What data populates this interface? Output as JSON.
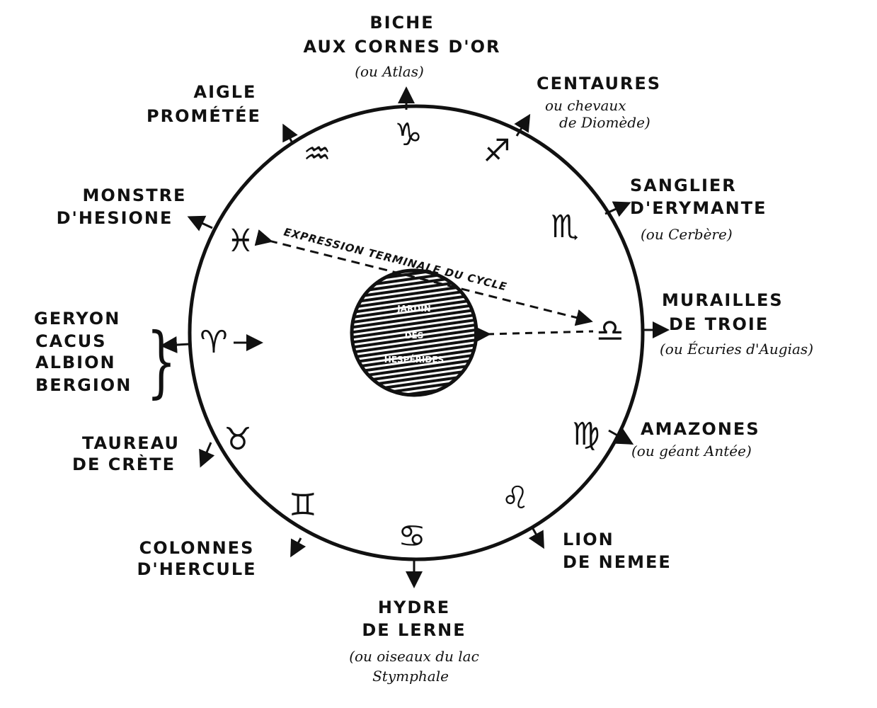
{
  "labels": {
    "biche": {
      "l1": "BICHE",
      "l2": "AUX CORNES D'OR",
      "sub": "(ou Atlas)"
    },
    "centaures": {
      "l1": "CENTAURES",
      "sub1": "ou chevaux",
      "sub2": "de Diomède)"
    },
    "sanglier": {
      "l1": "SANGLIER",
      "l2": "D'ERYMANTE",
      "sub": "(ou Cerbère)"
    },
    "murailles": {
      "l1": "MURAILLES",
      "l2": "DE TROIE",
      "sub": "(ou Écuries d'Augias)"
    },
    "amazones": {
      "l1": "AMAZONES",
      "sub": "(ou géant Antée)"
    },
    "lion": {
      "l1": "LION",
      "l2": "DE NEMEE"
    },
    "hydre": {
      "l1": "HYDRE",
      "l2": "DE LERNE",
      "sub1": "(ou oiseaux du lac",
      "sub2": "Stymphale"
    },
    "colonnes": {
      "l1": "COLONNES",
      "l2": "D'HERCULE"
    },
    "taureau": {
      "l1": "TAUREAU",
      "l2": "DE CRÈTE"
    },
    "geryon": {
      "l1": "GERYON",
      "l2": "CACUS",
      "l3": "ALBION",
      "l4": "BERGION"
    },
    "monstre": {
      "l1": "MONSTRE",
      "l2": "D'HESIONE"
    },
    "aigle": {
      "l1": "AIGLE",
      "l2": "PROMÉTÉE"
    }
  },
  "center": {
    "l1": "JARDIN",
    "l2": "DES",
    "l3": "HESPÉRIDES"
  },
  "cycle_label": "EXPRESSION TERMINALE DU CYCLE",
  "zodiac": {
    "capricorn": "♑",
    "sagittarius": "♐",
    "scorpio": "♏",
    "libra": "♎",
    "virgo": "♍",
    "leo": "♌",
    "cancer": "♋",
    "gemini": "♊",
    "taurus": "♉",
    "aries": "♈",
    "pisces": "♓",
    "aquarius": "♒"
  }
}
